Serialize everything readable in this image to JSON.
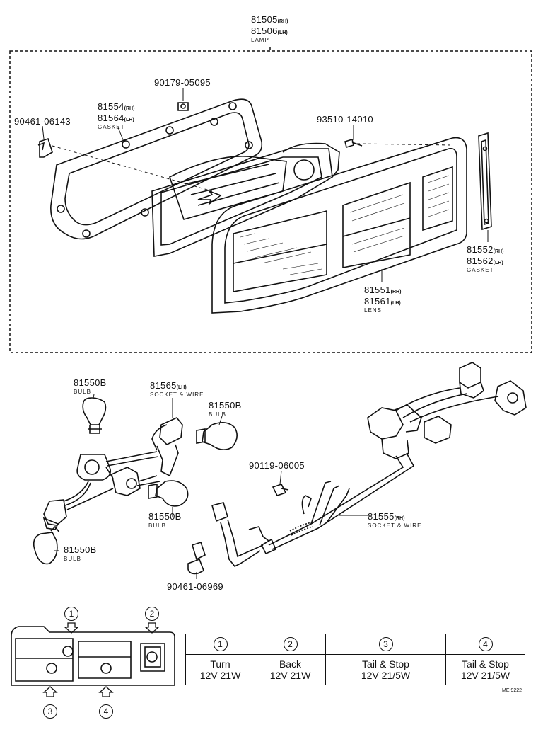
{
  "parts": {
    "lamp": {
      "rh": "81505",
      "rh_suffix": "(RH)",
      "lh": "81506",
      "lh_suffix": "(LH)",
      "name": "LAMP"
    },
    "clip_top": {
      "number": "90179-05095"
    },
    "gasket_front": {
      "rh": "81554",
      "rh_suffix": "(RH)",
      "lh": "81564",
      "lh_suffix": "(LH)",
      "name": "GASKET"
    },
    "clip_left": {
      "number": "90461-06143"
    },
    "screw": {
      "number": "93510-14010"
    },
    "gasket_side": {
      "rh": "81552",
      "rh_suffix": "(RH)",
      "lh": "81562",
      "lh_suffix": "(LH)",
      "name": "GASKET"
    },
    "lens": {
      "rh": "81551",
      "rh_suffix": "(RH)",
      "lh": "81561",
      "lh_suffix": "(LH)",
      "name": "LENS"
    },
    "bulb_1": {
      "number": "81550B",
      "name": "BULB"
    },
    "socket_lh": {
      "number": "81565",
      "suffix": "(LH)",
      "name": "SOCKET & WIRE"
    },
    "bulb_2": {
      "number": "81550B",
      "name": "BULB"
    },
    "clip_mid": {
      "number": "90119-06005"
    },
    "bulb_3": {
      "number": "81550B",
      "name": "BULB"
    },
    "socket_rh": {
      "number": "81555",
      "suffix": "(RH)",
      "name": "SOCKET & WIRE"
    },
    "bulb_4": {
      "number": "81550B",
      "name": "BULB"
    },
    "clip_bottom": {
      "number": "90461-06969"
    }
  },
  "positions": {
    "p1": "1",
    "p2": "2",
    "p3": "3",
    "p4": "4"
  },
  "bulb_table": [
    {
      "pos": "1",
      "function": "Turn",
      "spec": "12V 21W"
    },
    {
      "pos": "2",
      "function": "Back",
      "spec": "12V 21W"
    },
    {
      "pos": "3",
      "function": "Tail & Stop",
      "spec": "12V 21/5W"
    },
    {
      "pos": "4",
      "function": "Tail & Stop",
      "spec": "12V 21/5W"
    }
  ],
  "drawing_code": "ME 9222"
}
